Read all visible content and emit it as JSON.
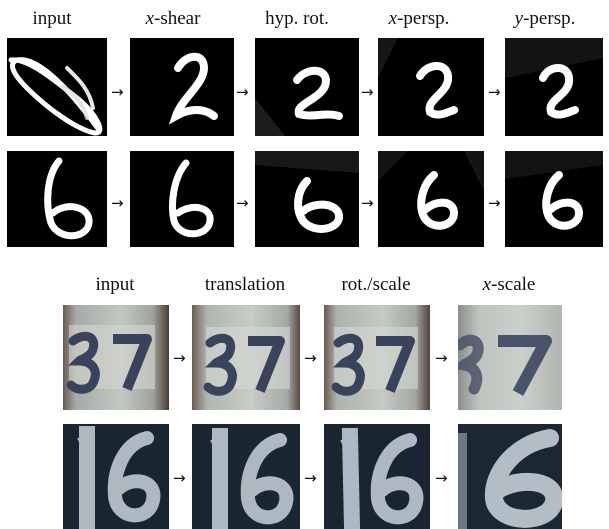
{
  "top": {
    "headers": [
      {
        "math": "",
        "text": "input"
      },
      {
        "math": "x",
        "text": "-shear"
      },
      {
        "math": "",
        "text": "hyp. rot."
      },
      {
        "math": "x",
        "text": "-persp."
      },
      {
        "math": "y",
        "text": "-persp."
      }
    ],
    "arrow_glyph": "→"
  },
  "bottom": {
    "headers": [
      {
        "math": "",
        "text": "input"
      },
      {
        "math": "",
        "text": "translation"
      },
      {
        "math": "",
        "text": "rot./scale"
      },
      {
        "math": "x",
        "text": "-scale"
      }
    ],
    "arrow_glyph": "→"
  },
  "colors": {
    "mnist_bg": "#000000",
    "mnist_stroke": "#ffffff",
    "svhn_light_bg": "#b9bdb8",
    "svhn_dark_bg": "#1f2a36"
  }
}
